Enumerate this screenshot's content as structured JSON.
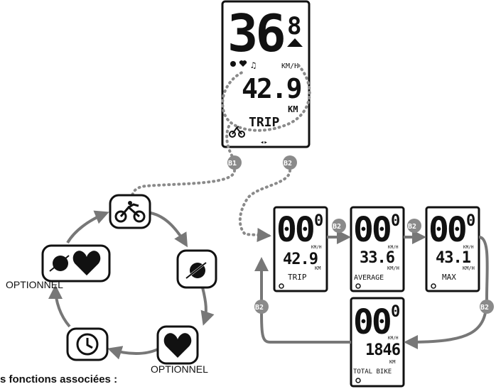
{
  "main_display": {
    "speed": "36",
    "speed_decimal": "8",
    "unit": "KM/H",
    "distance": "42.9",
    "distance_unit": "KM",
    "mode": "TRIP"
  },
  "buttons": {
    "b1": "B1",
    "b2": "B2"
  },
  "function_cycle": {
    "items": [
      {
        "icon": "bicycle-icon"
      },
      {
        "icon": "cadence-sensor-icon"
      },
      {
        "icon": "heart-icon",
        "label": "OPTIONNEL"
      },
      {
        "icon": "clock-icon"
      },
      {
        "icon": "cadence-heart-icon",
        "label": "OPTIONNEL"
      }
    ]
  },
  "screens": {
    "trip": {
      "speed": "00",
      "speed_decimal": "0",
      "value": "42.9",
      "unit": "KM",
      "label": "TRIP"
    },
    "average": {
      "speed": "00",
      "speed_decimal": "0",
      "value": "33.6",
      "unit": "KM/H",
      "label": "AVERAGE"
    },
    "max": {
      "speed": "00",
      "speed_decimal": "0",
      "value": "43.1",
      "unit": "KM/H",
      "label": "MAX"
    },
    "total": {
      "speed": "00",
      "speed_decimal": "0",
      "value": "1846",
      "unit": "KM",
      "label": "TOTAL BIKE"
    }
  },
  "small_unit": "KM/H",
  "caption": "s fonctions associées :",
  "colors": {
    "arrow": "#777777",
    "lcd": "#111111",
    "badge": "#8a8a8a"
  }
}
